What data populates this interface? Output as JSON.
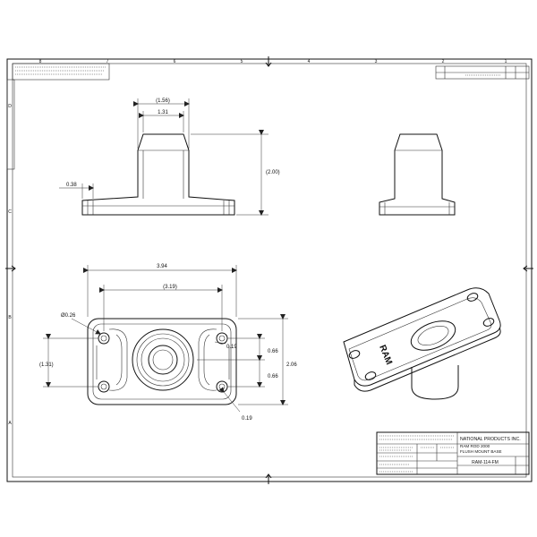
{
  "title_block": {
    "company": "NATIONAL PRODUCTS INC.",
    "part_description_1": "RAM ROD 2000",
    "part_description_2": "FLUSH MOUNT BASE",
    "part_number": "RAM-114-FM"
  },
  "border": {
    "top_columns": [
      "8",
      "7",
      "6",
      "5",
      "4",
      "3",
      "2",
      "1"
    ],
    "side_rows": [
      "D",
      "C",
      "B",
      "A"
    ]
  },
  "dimensions": {
    "front_top_outer": "(1.56)",
    "front_top_inner": "1.31",
    "front_height": "(2.00)",
    "front_flange": "0.38",
    "plan_overall_width": "3.94",
    "plan_hole_spacing": "(3.19)",
    "plan_hole_dia": "Ø0.26",
    "plan_left_height": "(1.31)",
    "plan_right_1": "0.66",
    "plan_right_2": "0.66",
    "plan_overall_height": "2.06",
    "plan_radius_1": "0.19",
    "plan_radius_2": "0.19"
  },
  "iso_label": "RAM"
}
